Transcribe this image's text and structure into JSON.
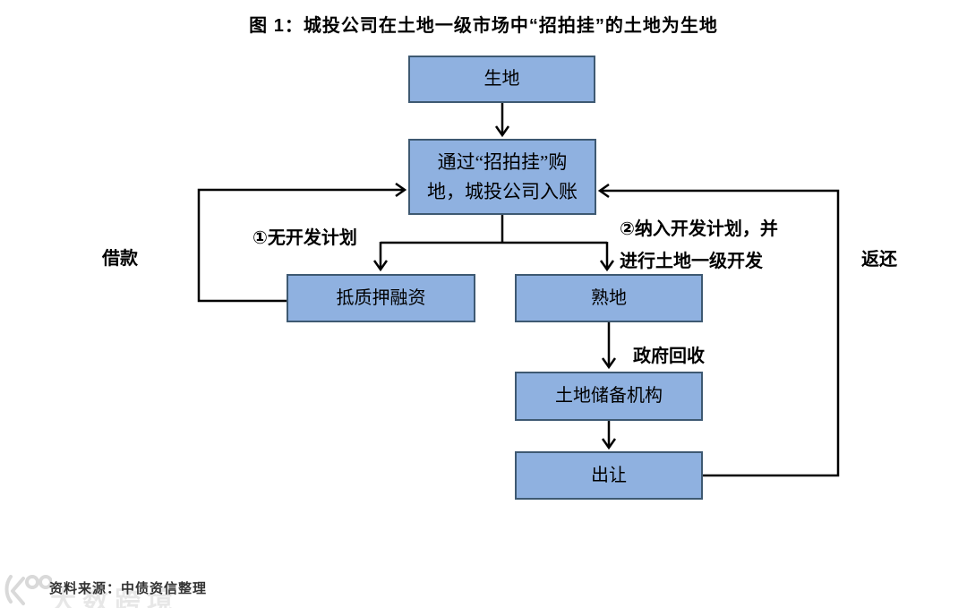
{
  "title": "图 1：城投公司在土地一级市场中“招拍挂”的土地为生地",
  "colors": {
    "node_fill": "#8FB1E0",
    "node_border": "#3E5972",
    "line": "#000000",
    "text": "#000000"
  },
  "chart_data": {
    "type": "flowchart",
    "nodes": [
      "生地",
      "通过“招拍挂”购地，城投公司入账",
      "抵质押融资",
      "熟地",
      "土地储备机构",
      "出让"
    ],
    "edges": [
      {
        "from": "生地",
        "to": "通过“招拍挂”购地，城投公司入账",
        "label": ""
      },
      {
        "from": "通过“招拍挂”购地，城投公司入账",
        "to": "抵质押融资",
        "label": "①无开发计划"
      },
      {
        "from": "通过“招拍挂”购地，城投公司入账",
        "to": "熟地",
        "label": "②纳入开发计划，并进行土地一级开发"
      },
      {
        "from": "熟地",
        "to": "土地储备机构",
        "label": "政府回收"
      },
      {
        "from": "土地储备机构",
        "to": "出让",
        "label": ""
      },
      {
        "from": "抵质押融资",
        "to": "通过“招拍挂”购地，城投公司入账",
        "label": "借款"
      },
      {
        "from": "出让",
        "to": "通过“招拍挂”购地，城投公司入账",
        "label": "返还"
      }
    ]
  },
  "nodes": {
    "raw_land": {
      "label": "生地"
    },
    "purchase": {
      "lines": [
        "通过“招拍挂”购",
        "地，城投公司入账"
      ]
    },
    "mortgage": {
      "label": "抵质押融资"
    },
    "mature_land": {
      "label": "熟地"
    },
    "land_reserve": {
      "label": "土地储备机构"
    },
    "transfer": {
      "label": "出让"
    }
  },
  "edge_labels": {
    "borrow": "借款",
    "no_dev_plan": "①无开发计划",
    "dev_plan_lines": [
      "②纳入开发计划，并",
      "进行土地一级开发"
    ],
    "gov_recover": "政府回收",
    "return": "返还"
  },
  "footer": {
    "source": "资料来源：中债资信整理"
  },
  "watermark": {
    "logo": "k100-logo",
    "text": "大数跨境"
  }
}
